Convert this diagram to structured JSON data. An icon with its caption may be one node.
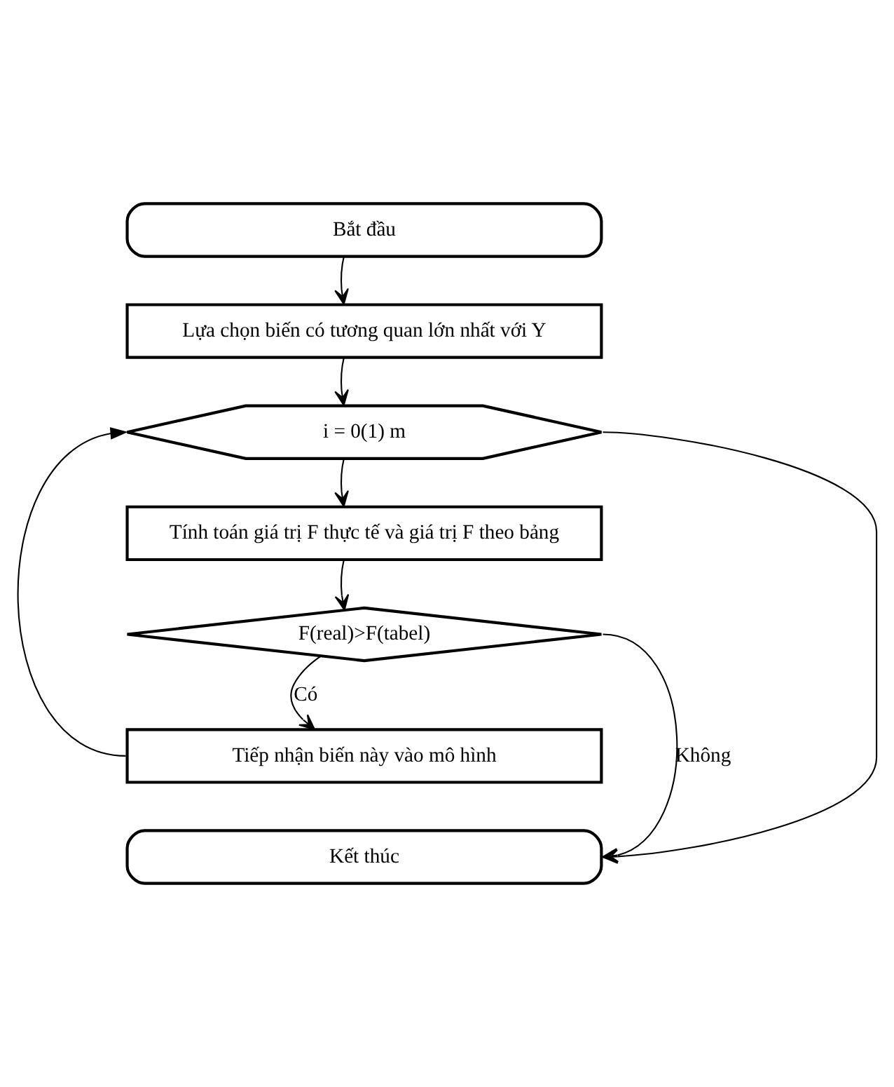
{
  "diagram": {
    "nodes": [
      {
        "text": [
          "Bắt đầu"
        ]
      },
      {
        "text": [
          "Lựa chọn biến có tương quan lớn nhất với Y"
        ]
      },
      {
        "text": [
          "i = 0(1) m"
        ]
      },
      {
        "text": [
          "Tính toán giá trị F thực tế và giá trị F theo bảng"
        ]
      },
      {
        "text": [
          "F(real)>F(tabel)"
        ]
      },
      {
        "text": [
          "Tiếp nhận biến này vào mô hình"
        ]
      },
      {
        "text": [
          "Kết thúc"
        ]
      }
    ],
    "edges": [
      {
        "from": 0,
        "to": 1,
        "arrow": "to"
      },
      {
        "from": 1,
        "to": 2,
        "arrow": "to"
      },
      {
        "from": 2,
        "to": 3,
        "arrow": "to"
      },
      {
        "from": 3,
        "to": 4,
        "arrow": "to"
      },
      {
        "from": 4,
        "to": 5,
        "arrow": "to",
        "label": "Có"
      },
      {
        "from": 5,
        "to": 2,
        "arrow": "to"
      },
      {
        "from": 2,
        "to": 6,
        "arrow": "to"
      },
      {
        "from": 4,
        "to": 6,
        "arrow": "to",
        "label": "Không"
      }
    ]
  }
}
